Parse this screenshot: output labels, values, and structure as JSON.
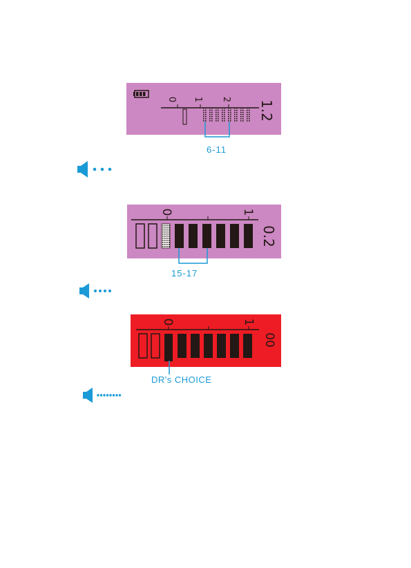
{
  "colors": {
    "lcd_pink": "#cc88c2",
    "lcd_red": "#ee1c24",
    "segment": "#231815",
    "annotation_blue": "#1a9ad6"
  },
  "icons": {
    "battery": "battery-icon",
    "speaker": "speaker-icon"
  },
  "displays": [
    {
      "scale_labels": [
        "0",
        "1",
        "2"
      ],
      "reading": "1.2",
      "callout": "6-11"
    },
    {
      "scale_labels": [
        "0",
        "1"
      ],
      "reading": "0.2",
      "callout": "15-17"
    },
    {
      "scale_labels": [
        "0",
        "1"
      ],
      "reading": "00",
      "callout": "DR's CHOICE"
    }
  ]
}
